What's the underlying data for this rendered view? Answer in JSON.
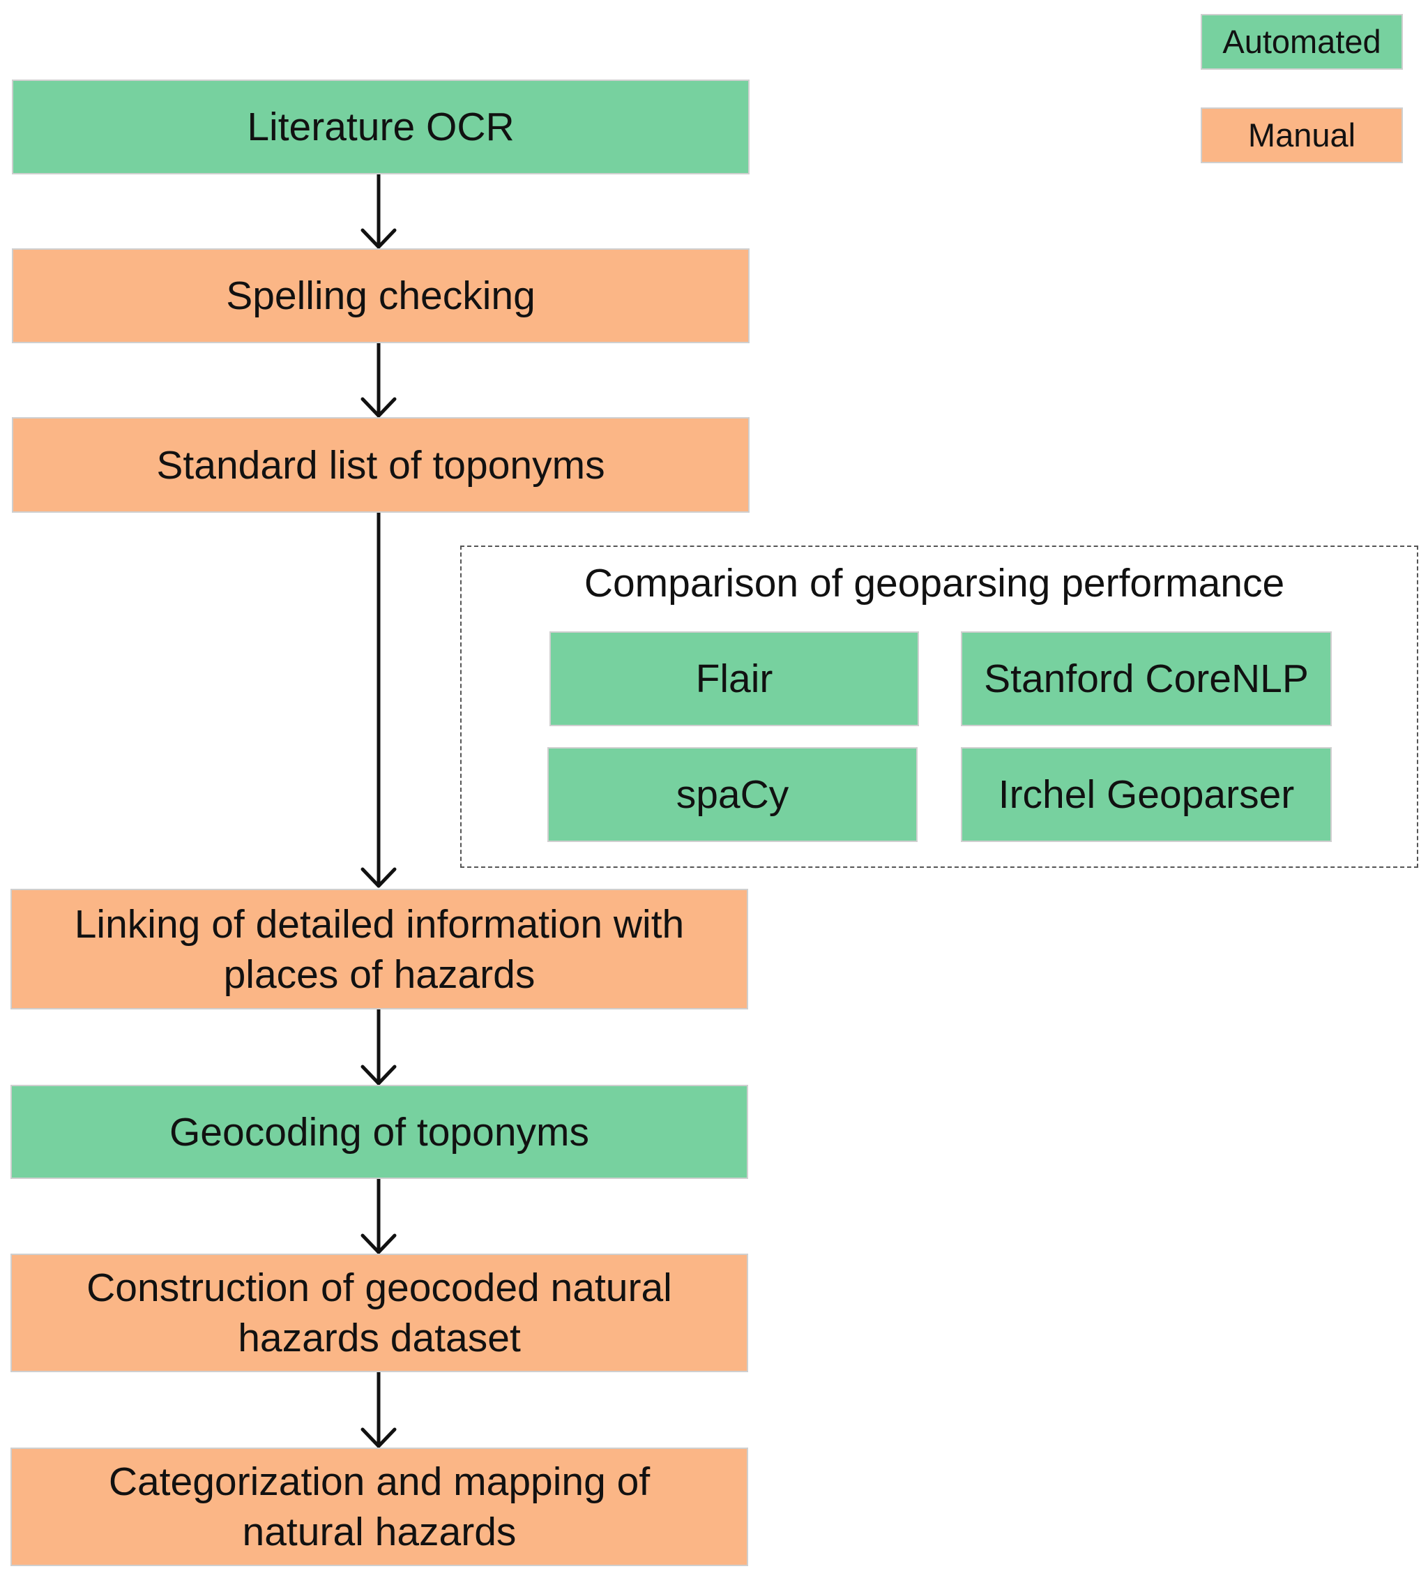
{
  "legend": {
    "automated": "Automated",
    "manual": "Manual"
  },
  "steps": [
    {
      "label": "Literature OCR",
      "kind": "automated"
    },
    {
      "label": "Spelling checking",
      "kind": "manual"
    },
    {
      "label": "Standard list of toponyms",
      "kind": "manual"
    },
    {
      "label": "Linking of detailed information with\nplaces of hazards",
      "kind": "manual"
    },
    {
      "label": "Geocoding of toponyms",
      "kind": "automated"
    },
    {
      "label": "Construction of geocoded natural\nhazards dataset",
      "kind": "manual"
    },
    {
      "label": "Categorization and mapping of\nnatural hazards",
      "kind": "manual"
    }
  ],
  "comparison": {
    "title": "Comparison of geoparsing performance",
    "tools": [
      "Flair",
      "Stanford CoreNLP",
      "spaCy",
      "Irchel Geoparser"
    ]
  },
  "colors": {
    "automated": "#77d19f",
    "manual": "#fbb686",
    "arrow": "#111111"
  }
}
